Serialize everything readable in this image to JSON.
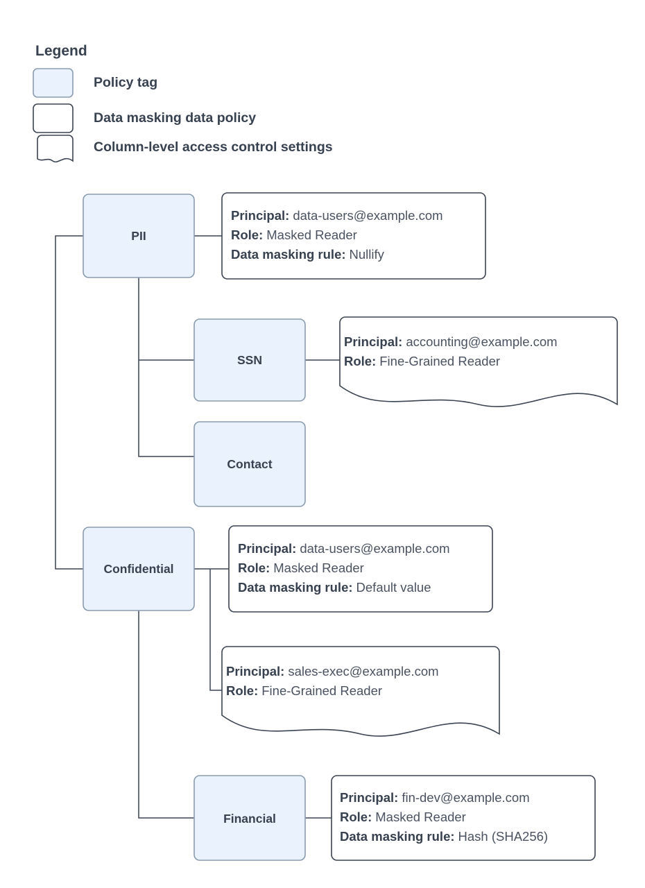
{
  "colors": {
    "tag_fill": "#eaf2fd",
    "tag_stroke": "#8a9bb0",
    "box_stroke": "#3b4452",
    "text": "#37414f",
    "value_text": "#4a5260",
    "background": "#ffffff"
  },
  "legend": {
    "title": "Legend",
    "items": [
      {
        "label": "Policy tag",
        "shape": "filled-rounded-rect"
      },
      {
        "label": "Data masking data policy",
        "shape": "rounded-rect"
      },
      {
        "label": "Column-level access control settings",
        "shape": "torn-bottom-rect"
      }
    ]
  },
  "tags": [
    {
      "id": "pii",
      "label": "PII"
    },
    {
      "id": "ssn",
      "label": "SSN"
    },
    {
      "id": "contact",
      "label": "Contact"
    },
    {
      "id": "confidential",
      "label": "Confidential"
    },
    {
      "id": "financial",
      "label": "Financial"
    }
  ],
  "policies": [
    {
      "id": "pii-policy",
      "parent": "pii",
      "shape": "rounded-rect",
      "lines": [
        {
          "key": "Principal:",
          "value": "data-users@example.com"
        },
        {
          "key": "Role:",
          "value": "Masked Reader"
        },
        {
          "key": "Data masking rule:",
          "value": "Nullify"
        }
      ]
    },
    {
      "id": "ssn-policy",
      "parent": "ssn",
      "shape": "torn-bottom-rect",
      "lines": [
        {
          "key": "Principal:",
          "value": "accounting@example.com"
        },
        {
          "key": "Role:",
          "value": "Fine-Grained Reader"
        }
      ]
    },
    {
      "id": "confidential-policy",
      "parent": "confidential",
      "shape": "rounded-rect",
      "lines": [
        {
          "key": "Principal:",
          "value": "data-users@example.com"
        },
        {
          "key": "Role:",
          "value": "Masked Reader"
        },
        {
          "key": "Data masking rule:",
          "value": "Default value"
        }
      ]
    },
    {
      "id": "confidential-acl",
      "parent": "confidential",
      "shape": "torn-bottom-rect",
      "lines": [
        {
          "key": "Principal:",
          "value": "sales-exec@example.com"
        },
        {
          "key": "Role:",
          "value": "Fine-Grained Reader"
        }
      ]
    },
    {
      "id": "financial-policy",
      "parent": "financial",
      "shape": "rounded-rect",
      "lines": [
        {
          "key": "Principal:",
          "value": "fin-dev@example.com"
        },
        {
          "key": "Role:",
          "value": "Masked Reader"
        },
        {
          "key": "Data masking rule:",
          "value": "Hash (SHA256)"
        }
      ]
    }
  ]
}
